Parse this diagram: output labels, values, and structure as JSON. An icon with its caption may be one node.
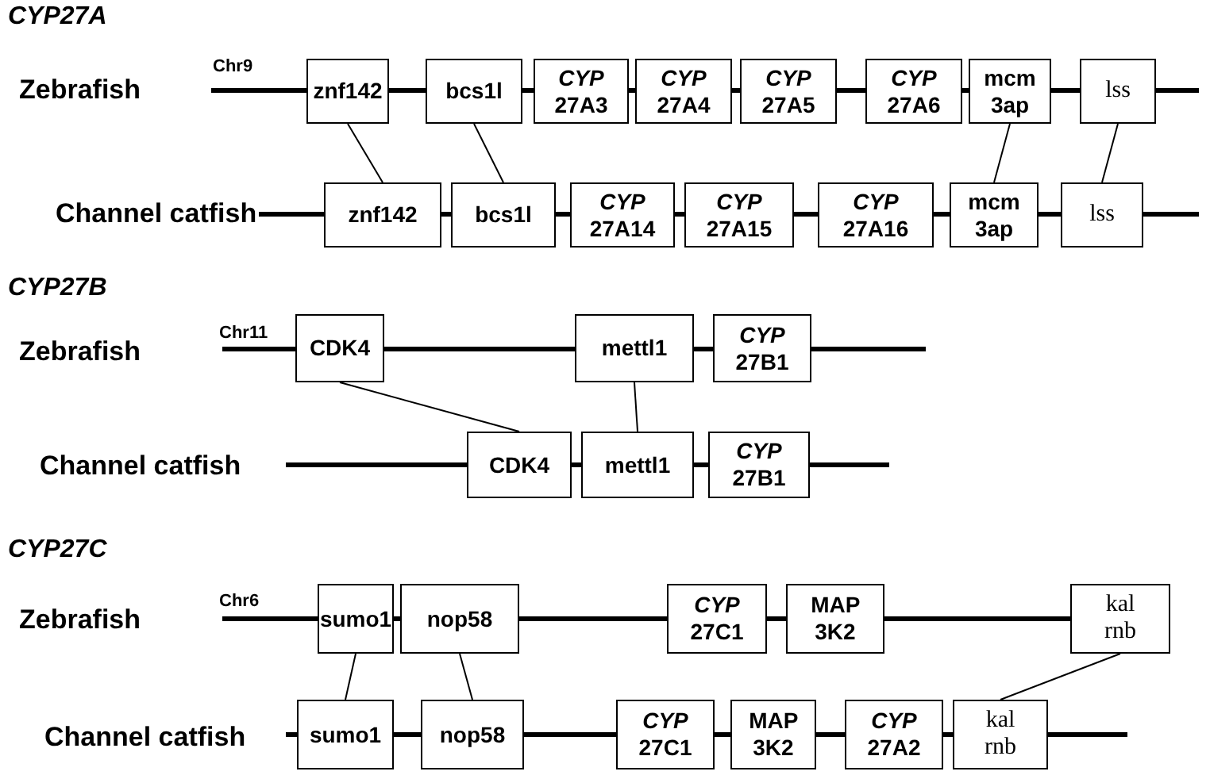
{
  "diagram": {
    "nodes": [
      {
        "text": [
          "znf142"
        ]
      },
      {
        "text": [
          "bcs1l"
        ]
      },
      {
        "text": [
          "*CYP* 27A3"
        ]
      },
      {
        "text": [
          "*CYP* 27A4"
        ]
      },
      {
        "text": [
          "*CYP* 27A5"
        ]
      },
      {
        "text": [
          "*CYP* 27A6"
        ]
      },
      {
        "text": [
          "mcm 3ap"
        ]
      },
      {
        "text": [
          "lss"
        ]
      },
      {
        "text": [
          "znf142"
        ]
      },
      {
        "text": [
          "bcs1l"
        ]
      },
      {
        "text": [
          "*CYP* 27A14"
        ]
      },
      {
        "text": [
          "*CYP* 27A15"
        ]
      },
      {
        "text": [
          "*CYP* 27A16"
        ]
      },
      {
        "text": [
          "mcm 3ap"
        ]
      },
      {
        "text": [
          "lss"
        ]
      },
      {
        "text": [
          "CDK4"
        ]
      },
      {
        "text": [
          "mettl1"
        ]
      },
      {
        "text": [
          "*CYP* 27B1"
        ]
      },
      {
        "text": [
          "CDK4"
        ]
      },
      {
        "text": [
          "mettl1"
        ]
      },
      {
        "text": [
          "*CYP* 27B1"
        ]
      },
      {
        "text": [
          "sumo1"
        ]
      },
      {
        "text": [
          "nop58"
        ]
      },
      {
        "text": [
          "*CYP* 27C1"
        ]
      },
      {
        "text": [
          "MAP 3K2"
        ]
      },
      {
        "text": [
          "kal rnb"
        ]
      },
      {
        "text": [
          "sumo1"
        ]
      },
      {
        "text": [
          "nop58"
        ]
      },
      {
        "text": [
          "*CYP* 27C1"
        ]
      },
      {
        "text": [
          "MAP 3K2"
        ]
      },
      {
        "text": [
          "*CYP* 27A2"
        ]
      },
      {
        "text": [
          "kal rnb"
        ]
      }
    ],
    "edges": [
      {
        "from": 0,
        "to": 8,
        "arrow": "none"
      },
      {
        "from": 1,
        "to": 9,
        "arrow": "none"
      },
      {
        "from": 6,
        "to": 13,
        "arrow": "none"
      },
      {
        "from": 7,
        "to": 14,
        "arrow": "none"
      },
      {
        "from": 15,
        "to": 18,
        "arrow": "none"
      },
      {
        "from": 16,
        "to": 19,
        "arrow": "none"
      },
      {
        "from": 21,
        "to": 26,
        "arrow": "none"
      },
      {
        "from": 22,
        "to": 27,
        "arrow": "none"
      },
      {
        "from": 25,
        "to": 31,
        "arrow": "none"
      }
    ],
    "labels": [
      "CYP27A",
      "Zebrafish",
      "Chr9",
      "Channel catfish",
      "CYP27B",
      "Zebrafish",
      "Chr11",
      "Channel catfish",
      "CYP27C",
      "Zebrafish",
      "Chr6",
      "Channel catfish"
    ]
  }
}
